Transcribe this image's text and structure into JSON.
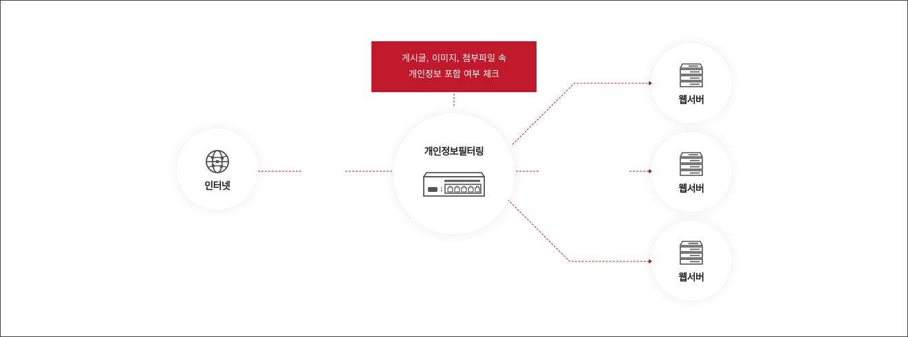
{
  "callout": {
    "line1": "게시글, 이미지, 첨부파일 속",
    "line2": "개인정보 포함 여부 체크"
  },
  "nodes": {
    "internet": {
      "label": "인터넷",
      "icon": "globe-icon"
    },
    "filter": {
      "label": "개인정보필터링",
      "icon": "network-switch-icon"
    },
    "servers": [
      {
        "label": "웹서버",
        "icon": "server-icon"
      },
      {
        "label": "웹서버",
        "icon": "server-icon"
      },
      {
        "label": "웹서버",
        "icon": "server-icon"
      }
    ]
  },
  "colors": {
    "accent": "#c0192b",
    "icon": "#555555",
    "text": "#222222"
  }
}
